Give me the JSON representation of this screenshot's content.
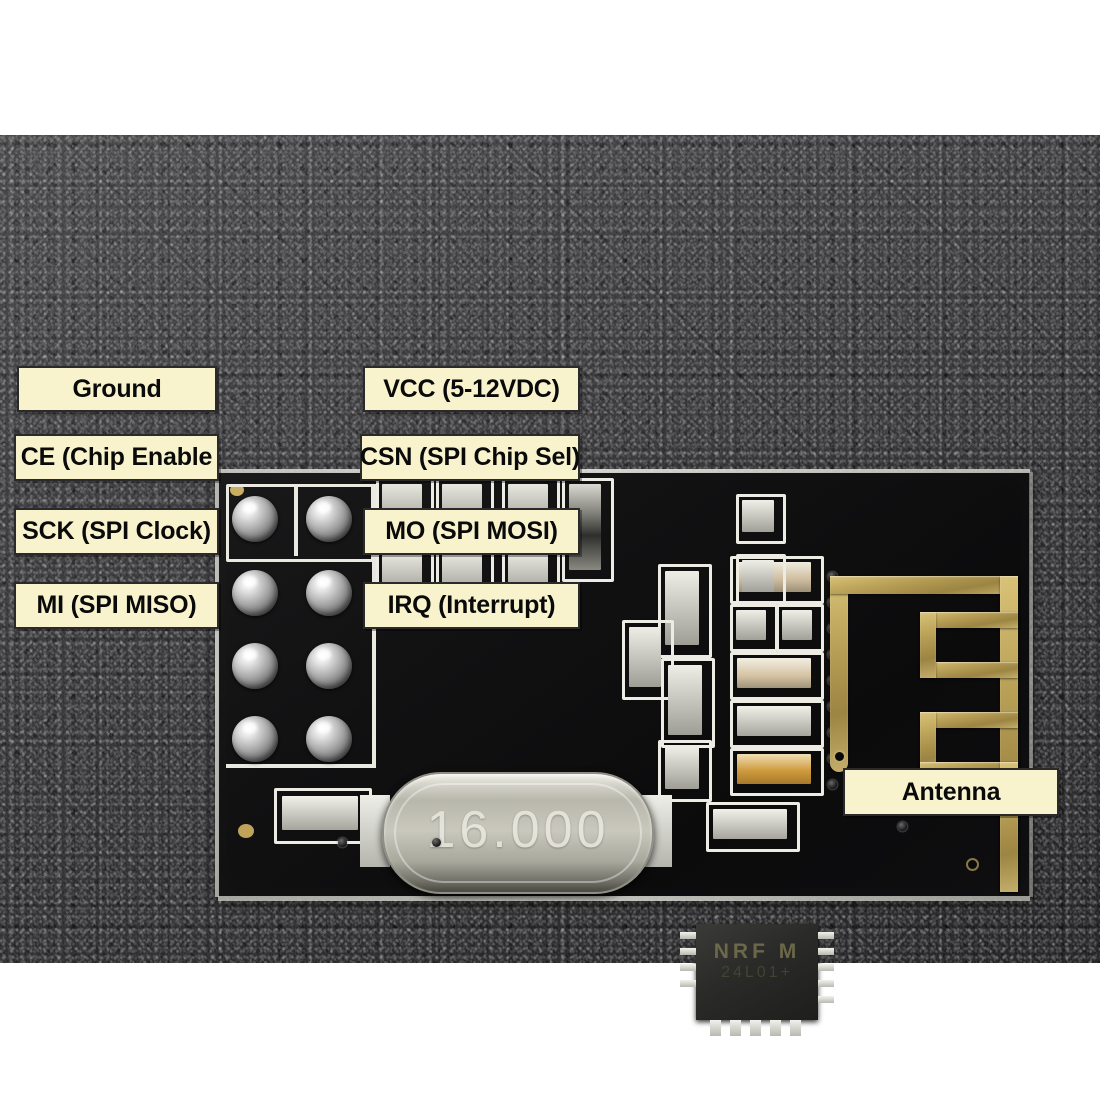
{
  "image": {
    "subject": "nRF24L01 2.4GHz wireless transceiver module - pinout diagram",
    "background_color": "#3a3a3c",
    "letterbox_color": "#ffffff"
  },
  "board": {
    "color": "#111112",
    "silkscreen_color": "#eaeae2",
    "ic_marking_line1": "NRF  M",
    "ic_marking_line2": "24L01+",
    "crystal_marking": "16.000",
    "antenna_color": "#b9a158"
  },
  "labels": {
    "style": {
      "fill": "#f8f3cd",
      "border": "#2a2a2a",
      "text": "#0a0a0a"
    },
    "left": [
      {
        "id": "ground",
        "text": "Ground"
      },
      {
        "id": "ce",
        "text": "CE (Chip Enable"
      },
      {
        "id": "sck",
        "text": "SCK (SPI Clock)"
      },
      {
        "id": "mi",
        "text": "MI (SPI MISO)"
      }
    ],
    "right": [
      {
        "id": "vcc",
        "text": "VCC (5-12VDC)"
      },
      {
        "id": "csn",
        "text": "CSN (SPI Chip Sel)"
      },
      {
        "id": "mo",
        "text": "MO (SPI MOSI)"
      },
      {
        "id": "irq",
        "text": "IRQ (Interrupt)"
      }
    ],
    "antenna": {
      "id": "antenna",
      "text": "Antenna"
    }
  }
}
